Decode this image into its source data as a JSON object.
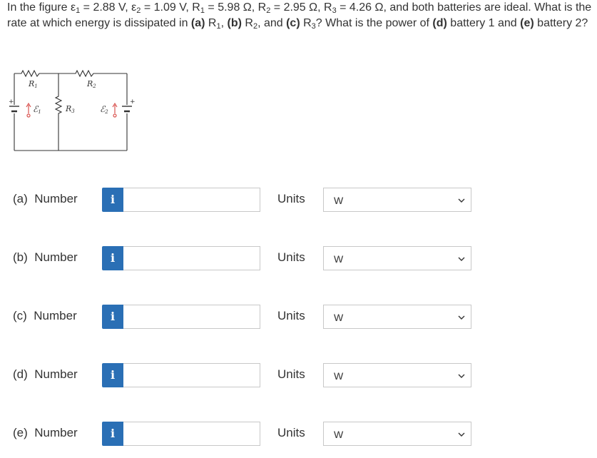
{
  "question": {
    "t1": "In the figure ε",
    "s1": "1",
    "t2": " = 2.88 V, ε",
    "s2": "2",
    "t3": " = 1.09 V, R",
    "s3": "1",
    "t4": " = 5.98 Ω, R",
    "s4": "2",
    "t5": " = 2.95 Ω, R",
    "s5": "3",
    "t6": " = 4.26 Ω, and both batteries are ideal. What is the rate at which energy is dissipated in ",
    "b1": "(a)",
    "t7": " R",
    "s6": "1",
    "t8": ", ",
    "b2": "(b)",
    "t9": " R",
    "s7": "2",
    "t10": ", and ",
    "b3": "(c)",
    "t11": " R",
    "s8": "3",
    "t12": "? What is the power of ",
    "b4": "(d)",
    "t13": " battery 1 and ",
    "b5": "(e)",
    "t14": " battery 2?"
  },
  "circuit": {
    "r1_label": "R",
    "r1_sub": "1",
    "r2_label": "R",
    "r2_sub": "2",
    "r3_label": "R",
    "r3_sub": "3",
    "e1_label": "ℰ",
    "e1_sub": "1",
    "e2_label": "ℰ",
    "e2_sub": "2",
    "plus": "+"
  },
  "parts": [
    {
      "letter": "(a)",
      "label": "Number",
      "value": "",
      "units_label": "Units",
      "units": "W"
    },
    {
      "letter": "(b)",
      "label": "Number",
      "value": "",
      "units_label": "Units",
      "units": "W"
    },
    {
      "letter": "(c)",
      "label": "Number",
      "value": "",
      "units_label": "Units",
      "units": "W"
    },
    {
      "letter": "(d)",
      "label": "Number",
      "value": "",
      "units_label": "Units",
      "units": "W"
    },
    {
      "letter": "(e)",
      "label": "Number",
      "value": "",
      "units_label": "Units",
      "units": "W"
    }
  ],
  "info_glyph": "i",
  "colors": {
    "info": "#2a6fb5",
    "border": "#c8c8c8",
    "battery_arrow": "#d9534f"
  }
}
